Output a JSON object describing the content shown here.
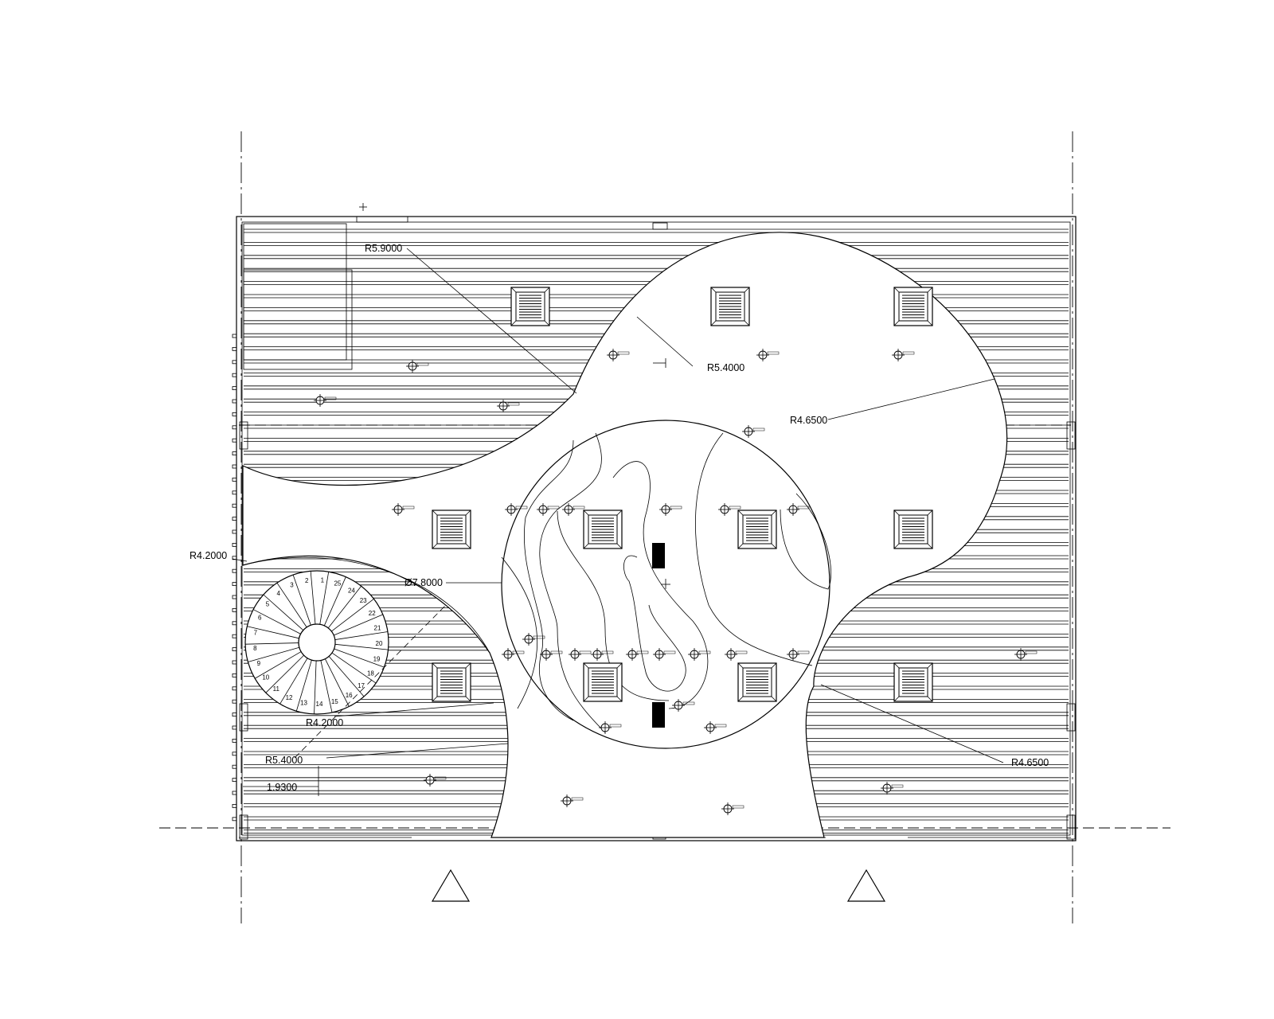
{
  "drawing": {
    "dimensions": [
      {
        "id": "r59",
        "text": "R5.9000"
      },
      {
        "id": "r54-top",
        "text": "R5.4000"
      },
      {
        "id": "r465-top",
        "text": "R4.6500"
      },
      {
        "id": "r42-left",
        "text": "R4.2000"
      },
      {
        "id": "d78",
        "text": "Ø7.8000"
      },
      {
        "id": "r42-bottom",
        "text": "R4.2000"
      },
      {
        "id": "r54-bottom",
        "text": "R5.4000"
      },
      {
        "id": "w193",
        "text": "1.9300"
      },
      {
        "id": "r465-bottom",
        "text": "R4.6500"
      }
    ],
    "stair_steps": [
      "1",
      "2",
      "3",
      "4",
      "5",
      "6",
      "7",
      "8",
      "9",
      "10",
      "11",
      "12",
      "13",
      "14",
      "15",
      "16",
      "17",
      "18",
      "19",
      "20",
      "21",
      "22",
      "23",
      "24",
      "25"
    ],
    "vent_icon": "square-vent-icon",
    "luminaire_icon": "downlight-symbol-icon"
  }
}
